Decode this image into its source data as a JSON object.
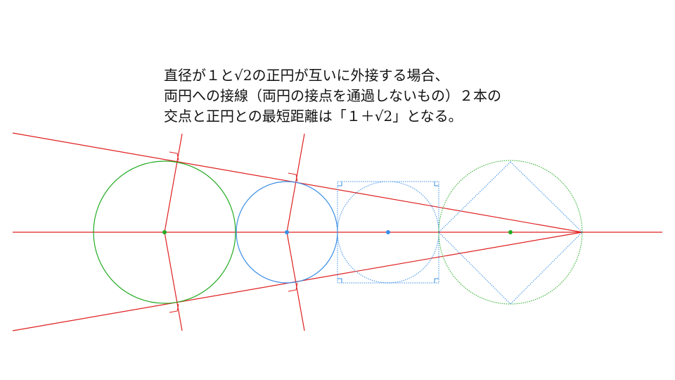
{
  "statement": {
    "line1": "直径が１と√2の正円が互いに外接する場合、",
    "line2": "両円への接線（両円の接点を通過しないもの）２本の",
    "line3": "交点と正円との最短距離は「１＋√2」となる。"
  },
  "colors": {
    "tangent_lines": "#e02020",
    "large_circle": "#22aa22",
    "small_circle": "#3a8ee6",
    "construction_square": "#3a8ee6",
    "construction_circle": "#22aa22"
  }
}
